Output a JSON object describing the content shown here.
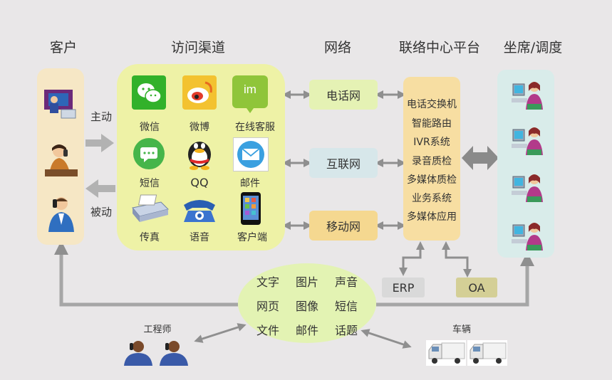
{
  "headers": {
    "customer": "客户",
    "channels": "访问渠道",
    "network": "网络",
    "platform": "联络中心平台",
    "agents": "坐席/调度"
  },
  "customer_panel": {
    "active": "主动",
    "passive": "被动"
  },
  "channels": [
    {
      "label": "微信",
      "icon": "wechat-icon"
    },
    {
      "label": "微博",
      "icon": "weibo-icon"
    },
    {
      "label": "在线客服",
      "icon": "online-service-icon"
    },
    {
      "label": "短信",
      "icon": "sms-icon"
    },
    {
      "label": "QQ",
      "icon": "qq-icon"
    },
    {
      "label": "邮件",
      "icon": "mail-icon"
    },
    {
      "label": "传真",
      "icon": "fax-icon"
    },
    {
      "label": "语音",
      "icon": "phone-icon"
    },
    {
      "label": "客户端",
      "icon": "mobile-client-icon"
    }
  ],
  "im_badge": "im",
  "networks": [
    "电话网",
    "互联网",
    "移动网"
  ],
  "platform_items": [
    "电话交换机",
    "智能路由",
    "IVR系统",
    "录音质检",
    "多媒体质检",
    "业务系统",
    "多媒体应用"
  ],
  "systems": {
    "erp": "ERP",
    "oa": "OA"
  },
  "media_rows": [
    [
      "文字",
      "图片",
      "声音"
    ],
    [
      "网页",
      "图像",
      "短信"
    ],
    [
      "文件",
      "邮件",
      "话题"
    ]
  ],
  "bottom": {
    "engineer": "工程师",
    "vehicle": "车辆"
  },
  "colors": {
    "background": "#e9e7e8",
    "customer_panel": "#f6e7c5",
    "channel_panel": "#eef2a6",
    "network_phone": "#e5f2b4",
    "network_internet": "#d7e7ea",
    "network_mobile": "#f5d890",
    "platform_panel": "#f7dea2",
    "agent_panel": "#d9ecea",
    "system_box": "#d9d9d9",
    "oa_box": "#d4cf96",
    "media_ellipse": "#e3f3b3",
    "arrow": "#9c9c9c"
  }
}
